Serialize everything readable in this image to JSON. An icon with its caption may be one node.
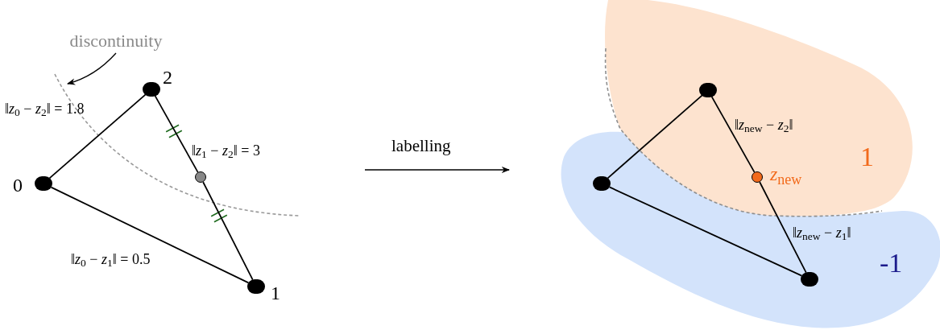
{
  "diagram": {
    "nodes": [
      {
        "text": [
          "discontinuity"
        ]
      },
      {
        "text": [],
        "shape": "circle",
        "beside": [
          "2"
        ]
      },
      {
        "text": [],
        "shape": "circle",
        "beside": [
          "0"
        ]
      },
      {
        "text": [],
        "shape": "circle"
      },
      {
        "text": [],
        "shape": "circle",
        "beside": [
          "1"
        ]
      },
      {
        "text": [],
        "shape": "circle"
      },
      {
        "text": [],
        "shape": "circle",
        "beside": [
          "*z*$_{new}$"
        ]
      },
      {
        "text": [],
        "shape": "circle"
      },
      {
        "text": [],
        "shape": "circle"
      }
    ],
    "edges": [
      {
        "from": 0,
        "to": null,
        "arrow": "to"
      },
      {
        "from": 2,
        "to": 1,
        "arrow": "none",
        "label": "‖*z*$_{0}$ − *z*$_{2}$‖ = 1.8"
      },
      {
        "from": 1,
        "to": 3,
        "arrow": "none",
        "label": "‖*z*$_{1}$ − *z*$_{2}$‖ = 3"
      },
      {
        "from": 3,
        "to": 4,
        "arrow": "none"
      },
      {
        "from": 2,
        "to": 4,
        "arrow": "none",
        "label": "‖*z*$_{0}$ − *z*$_{1}$‖ = 0.5"
      },
      {
        "from": 7,
        "to": 5,
        "arrow": "none"
      },
      {
        "from": 5,
        "to": 6,
        "arrow": "none",
        "label": "‖*z*$_{new}$ − *z*$_{2}$‖"
      },
      {
        "from": 6,
        "to": 8,
        "arrow": "none",
        "label": "‖*z*$_{new}$ − *z*$_{1}$‖"
      },
      {
        "from": 7,
        "to": 8,
        "arrow": "none"
      }
    ],
    "labels": [
      "labelling",
      "1",
      "-1"
    ]
  }
}
